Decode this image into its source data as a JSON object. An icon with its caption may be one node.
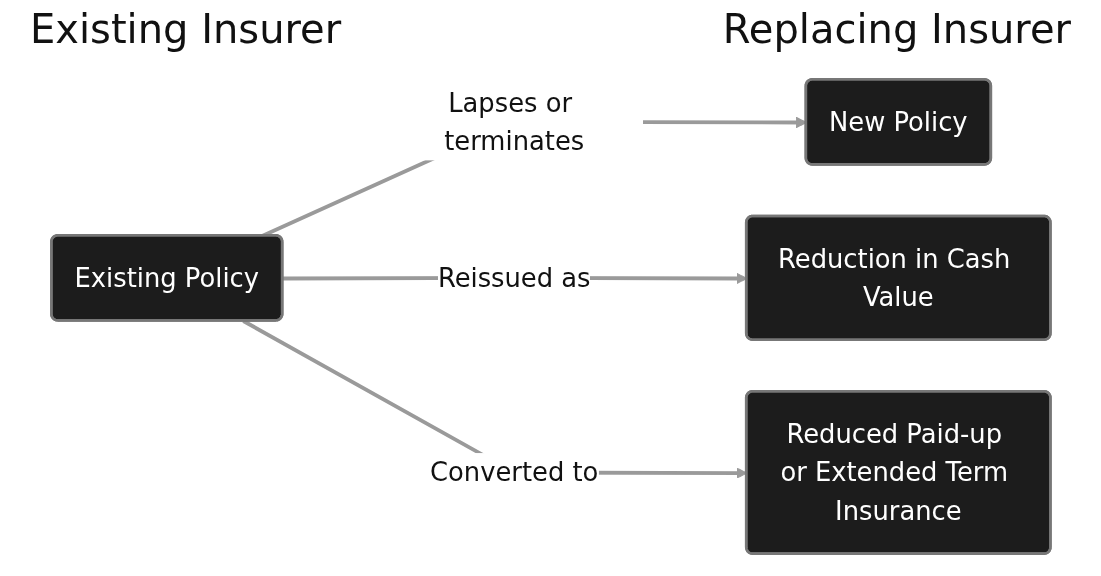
{
  "diagram": {
    "nodes": [
      {
        "text": [
          "Existing Policy"
        ]
      },
      {
        "text": [
          "New Policy"
        ]
      },
      {
        "text": [
          "Reduction in Cash Value"
        ]
      },
      {
        "text": [
          "Reduced Paid-up or Extended Term Insurance"
        ]
      }
    ],
    "edges": [
      {
        "from": 0,
        "to": 1,
        "arrow": "to",
        "label": "Lapses or terminates"
      },
      {
        "from": 0,
        "to": 2,
        "arrow": "to",
        "label": "Reissued as"
      },
      {
        "from": 0,
        "to": 3,
        "arrow": "to",
        "label": "Converted to"
      }
    ],
    "labels": [
      "Existing Insurer",
      "Replacing Insurer"
    ]
  }
}
